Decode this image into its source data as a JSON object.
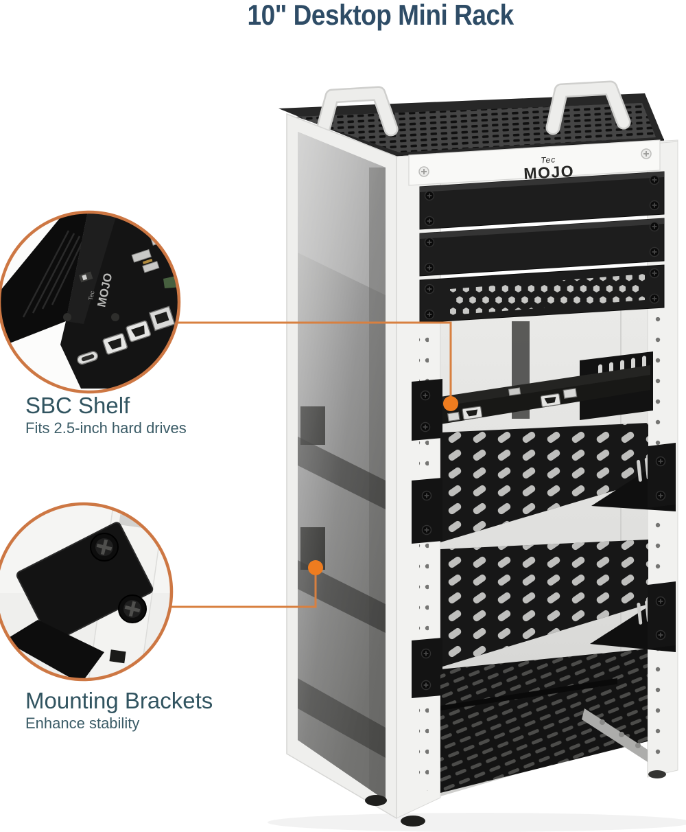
{
  "title": "10\" Desktop Mini Rack",
  "brand": {
    "line1": "Tec",
    "line2": "MOJO"
  },
  "callouts": {
    "sbc": {
      "label": "SBC Shelf",
      "description": "Fits 2.5-inch hard drives"
    },
    "brackets": {
      "label": "Mounting Brackets",
      "description": "Enhance stability"
    }
  },
  "colors": {
    "title_text": "#2e4c66",
    "callout_text": "#315460",
    "accent_ring": "#cd7743",
    "accent_line": "#d88040",
    "accent_dot": "#ee7c1f",
    "rack_frame": "#f1f1ef",
    "panel_black": "#1c1c1c"
  }
}
